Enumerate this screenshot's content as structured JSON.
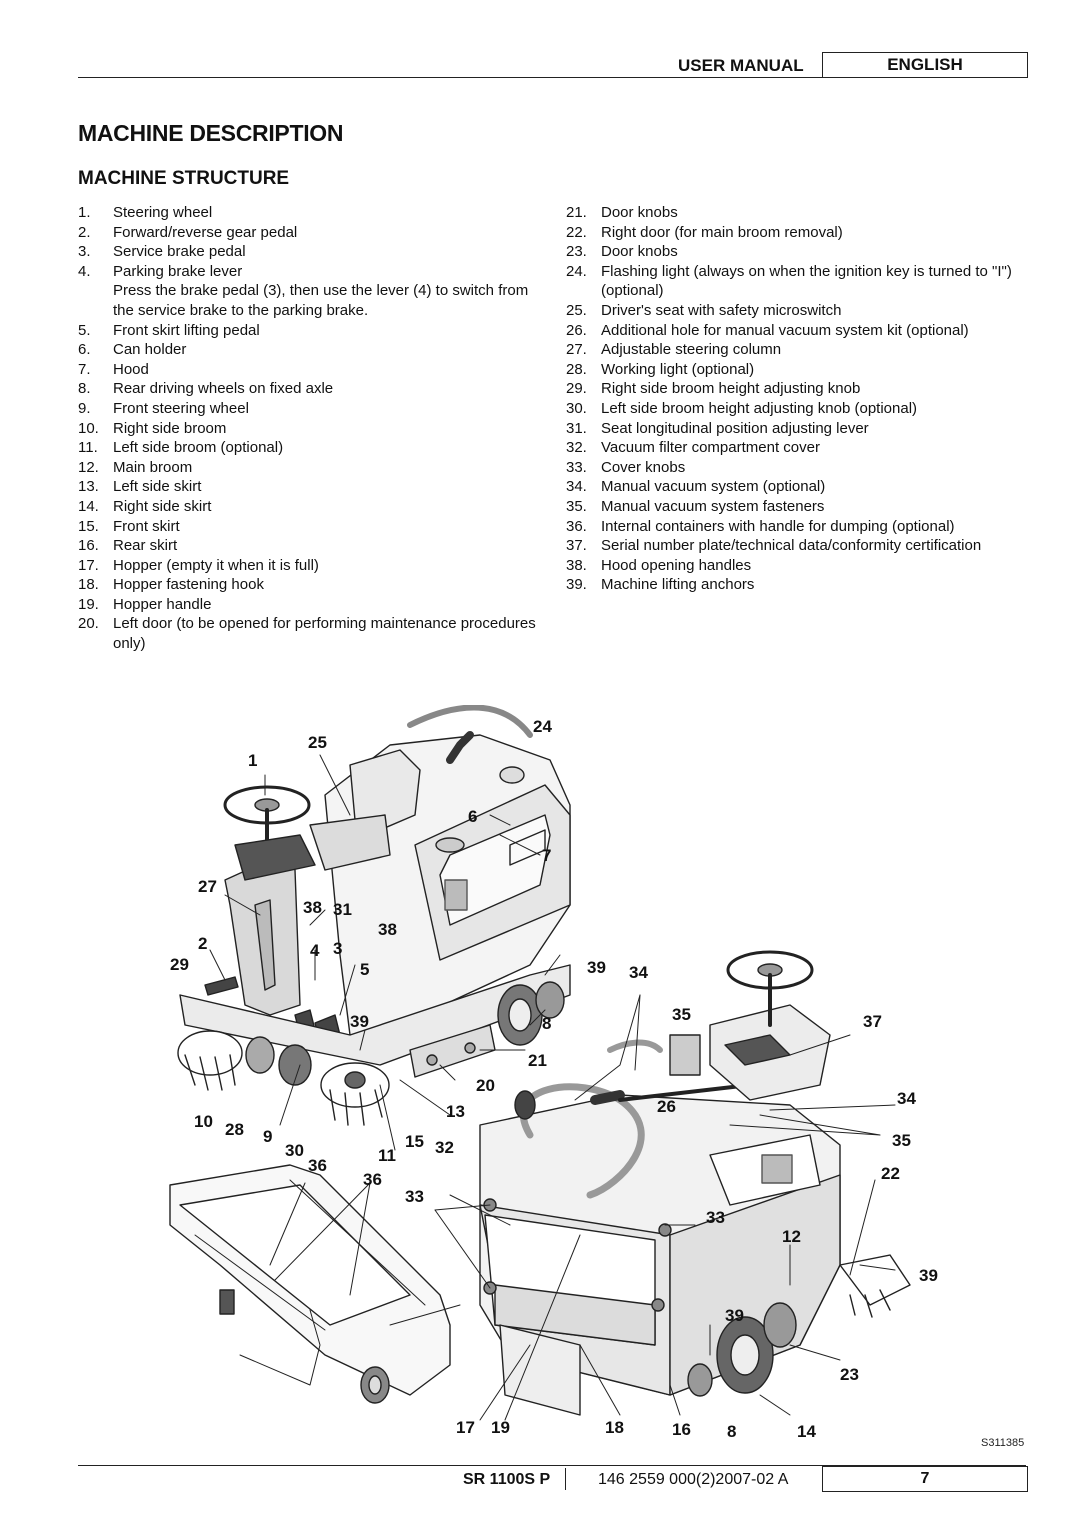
{
  "header": {
    "manual": "USER MANUAL",
    "language": "ENGLISH"
  },
  "title": "MACHINE DESCRIPTION",
  "subtitle": "MACHINE STRUCTURE",
  "left_items": [
    {
      "num": "1.",
      "text": "Steering wheel"
    },
    {
      "num": "2.",
      "text": "Forward/reverse gear pedal"
    },
    {
      "num": "3.",
      "text": "Service brake pedal"
    },
    {
      "num": "4.",
      "text": "Parking brake lever"
    },
    {
      "num": "",
      "text": "Press the brake pedal (3), then use the lever (4) to switch from the service brake to the parking brake."
    },
    {
      "num": "5.",
      "text": "Front skirt lifting pedal"
    },
    {
      "num": "6.",
      "text": "Can holder"
    },
    {
      "num": "7.",
      "text": "Hood"
    },
    {
      "num": "8.",
      "text": "Rear driving wheels on fixed axle"
    },
    {
      "num": "9.",
      "text": "Front steering wheel"
    },
    {
      "num": "10.",
      "text": "Right side broom"
    },
    {
      "num": "11.",
      "text": "Left side broom (optional)"
    },
    {
      "num": "12.",
      "text": "Main broom"
    },
    {
      "num": "13.",
      "text": "Left side skirt"
    },
    {
      "num": "14.",
      "text": "Right side skirt"
    },
    {
      "num": "15.",
      "text": "Front skirt"
    },
    {
      "num": "16.",
      "text": "Rear skirt"
    },
    {
      "num": "17.",
      "text": "Hopper (empty it when it is full)"
    },
    {
      "num": "18.",
      "text": "Hopper fastening hook"
    },
    {
      "num": "19.",
      "text": "Hopper handle"
    },
    {
      "num": "20.",
      "text": "Left door (to be opened for performing maintenance procedures only)"
    }
  ],
  "right_items": [
    {
      "num": "21.",
      "text": "Door knobs"
    },
    {
      "num": "22.",
      "text": "Right door (for main broom removal)"
    },
    {
      "num": "23.",
      "text": "Door knobs"
    },
    {
      "num": "24.",
      "text": "Flashing light (always on when the ignition key is turned to \"I\") (optional)"
    },
    {
      "num": "25.",
      "text": "Driver's seat with safety microswitch"
    },
    {
      "num": "26.",
      "text": "Additional hole for manual vacuum system kit (optional)"
    },
    {
      "num": "27.",
      "text": "Adjustable steering column"
    },
    {
      "num": "28.",
      "text": "Working light (optional)"
    },
    {
      "num": "29.",
      "text": "Right side broom height adjusting knob"
    },
    {
      "num": "30.",
      "text": "Left side broom height adjusting knob (optional)"
    },
    {
      "num": "31.",
      "text": "Seat longitudinal position adjusting lever"
    },
    {
      "num": "32.",
      "text": "Vacuum filter compartment cover"
    },
    {
      "num": "33.",
      "text": "Cover knobs"
    },
    {
      "num": "34.",
      "text": "Manual vacuum system (optional)"
    },
    {
      "num": "35.",
      "text": "Manual vacuum system fasteners"
    },
    {
      "num": "36.",
      "text": "Internal containers with handle for dumping (optional)"
    },
    {
      "num": "37.",
      "text": "Serial number plate/technical data/conformity certification"
    },
    {
      "num": "38.",
      "text": "Hood opening handles"
    },
    {
      "num": "39.",
      "text": "Machine lifting anchors"
    }
  ],
  "figure": {
    "code": "S311385",
    "callouts": [
      "24",
      "25",
      "1",
      "6",
      "7",
      "27",
      "38",
      "31",
      "38",
      "2",
      "4",
      "3",
      "29",
      "5",
      "39",
      "34",
      "8",
      "35",
      "37",
      "39",
      "21",
      "20",
      "34",
      "26",
      "10",
      "28",
      "9",
      "13",
      "30",
      "15",
      "32",
      "11",
      "35",
      "36",
      "36",
      "22",
      "33",
      "33",
      "12",
      "39",
      "39",
      "23",
      "17",
      "19",
      "18",
      "16",
      "8",
      "14"
    ]
  },
  "footer": {
    "model": "SR 1100S P",
    "doc": "146 2559 000(2)2007-02 A",
    "page": "7"
  }
}
